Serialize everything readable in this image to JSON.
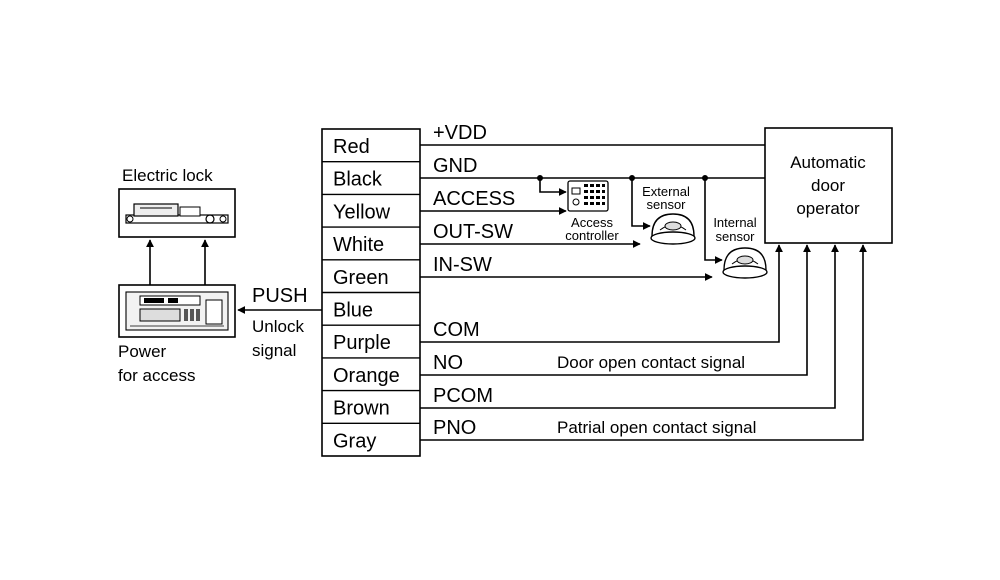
{
  "wire_colors": [
    "Red",
    "Black",
    "Yellow",
    "White",
    "Green",
    "Blue",
    "Purple",
    "Orange",
    "Brown",
    "Gray"
  ],
  "signals": {
    "vdd": "+VDD",
    "gnd": "GND",
    "access": "ACCESS",
    "out_sw": "OUT-SW",
    "in_sw": "IN-SW",
    "push": "PUSH",
    "com": "COM",
    "no": "NO",
    "pcom": "PCOM",
    "pno": "PNO"
  },
  "devices": {
    "electric_lock": "Electric lock",
    "power_line1": "Power",
    "power_line2": "for access",
    "unlock_line1": "Unlock",
    "unlock_line2": "signal",
    "operator_line1": "Automatic",
    "operator_line2": "door",
    "operator_line3": "operator",
    "access_ctrl_line1": "Access",
    "access_ctrl_line2": "controller",
    "ext_sensor_line1": "External",
    "ext_sensor_line2": "sensor",
    "int_sensor_line1": "Internal",
    "int_sensor_line2": "sensor"
  },
  "descriptions": {
    "door_open": "Door open contact signal",
    "partial_open": "Patrial open contact signal"
  }
}
